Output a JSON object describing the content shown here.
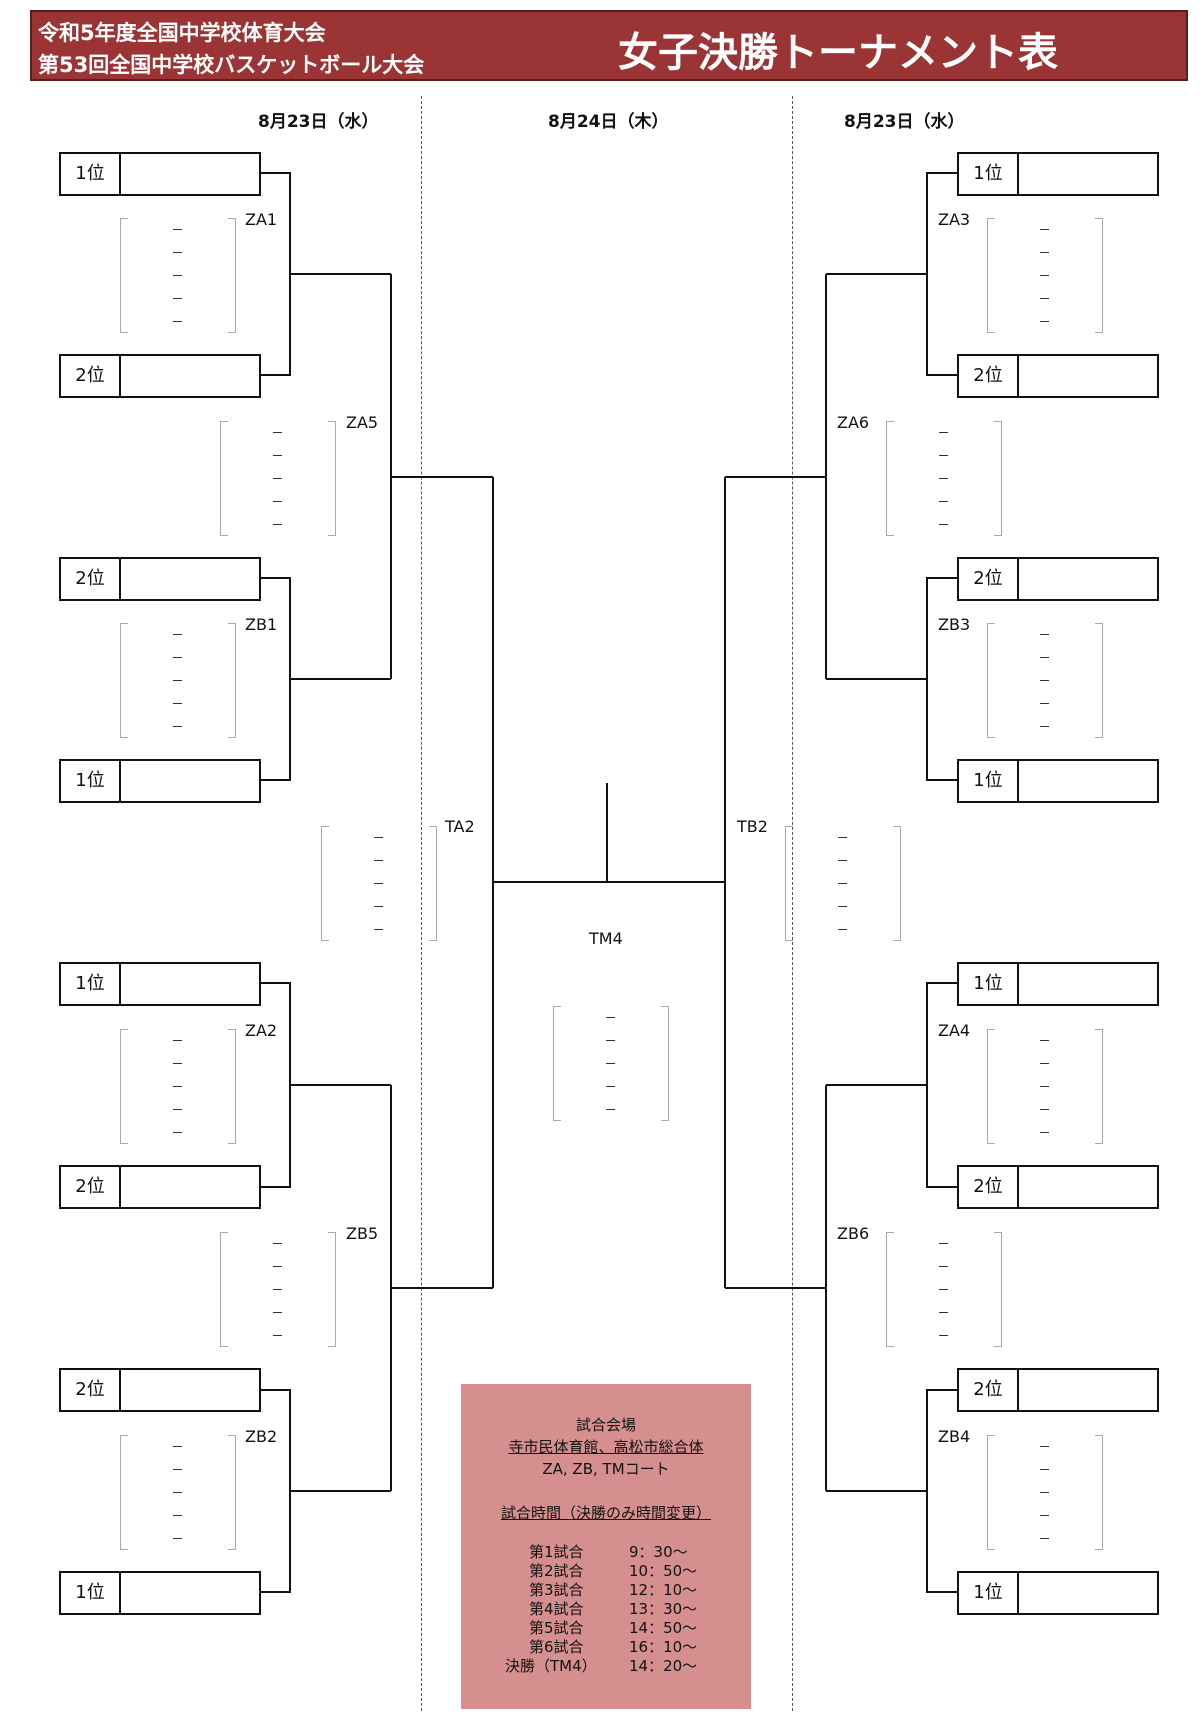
{
  "header": {
    "line1": "令和5年度全国中学校体育大会",
    "line2": "第53回全国中学校バスケットボール大会",
    "title": "女子決勝トーナメント表"
  },
  "dates": {
    "left": "8月23日（水）",
    "center": "8月24日（木）",
    "right": "8月23日（水）"
  },
  "teams": {
    "l1": "1位",
    "l2": "2位",
    "l3": "2位",
    "l4": "1位",
    "l5": "1位",
    "l6": "2位",
    "l7": "2位",
    "l8": "1位",
    "r1": "1位",
    "r2": "2位",
    "r3": "2位",
    "r4": "1位",
    "r5": "1位",
    "r6": "2位",
    "r7": "2位",
    "r8": "1位"
  },
  "games": {
    "za1": "ZA1",
    "zb1": "ZB1",
    "za5": "ZA5",
    "za2": "ZA2",
    "zb2": "ZB2",
    "zb5": "ZB5",
    "za3": "ZA3",
    "zb3": "ZB3",
    "za6": "ZA6",
    "za4": "ZA4",
    "zb4": "ZB4",
    "zb6": "ZB6",
    "ta2": "TA2",
    "tb2": "TB2",
    "tm4": "TM4"
  },
  "info": {
    "venue_heading": "試合会場",
    "venue_line": "寺市民体育館、高松市総合体",
    "venue_courts": "ZA, ZB, TMコート",
    "time_heading": "試合時間（決勝のみ時間変更）",
    "schedule": [
      {
        "game": "第1試合",
        "time": "9：30～"
      },
      {
        "game": "第2試合",
        "time": "10：50～"
      },
      {
        "game": "第3試合",
        "time": "12：10～"
      },
      {
        "game": "第4試合",
        "time": "13：30～"
      },
      {
        "game": "第5試合",
        "time": "14：50～"
      },
      {
        "game": "第6試合",
        "time": "16：10～"
      },
      {
        "game": "決勝（TM4）",
        "time": "14：20～"
      }
    ]
  }
}
